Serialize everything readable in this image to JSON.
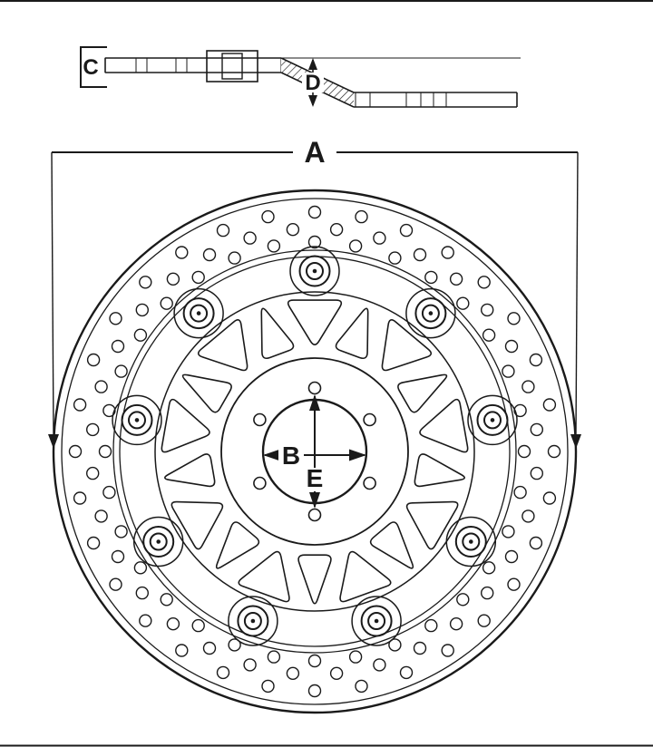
{
  "style": {
    "background": "#ffffff",
    "line_color": "#1a1a1a"
  },
  "drawing": {
    "dimension_labels": {
      "A": "A",
      "B": "B",
      "C": "C",
      "D": "D",
      "E": "E"
    }
  }
}
